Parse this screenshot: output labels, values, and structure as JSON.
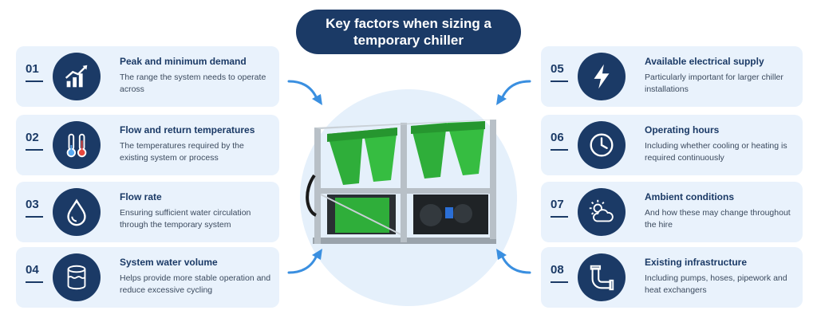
{
  "title": "Key factors when sizing a temporary chiller",
  "factors": [
    {
      "num": "01",
      "title": "Peak and minimum demand",
      "desc": "The range the system needs to operate across",
      "icon": "chart-up-icon"
    },
    {
      "num": "02",
      "title": "Flow and return temperatures",
      "desc": "The temperatures required by the existing system or process",
      "icon": "thermometers-icon"
    },
    {
      "num": "03",
      "title": "Flow rate",
      "desc": "Ensuring sufficient water circulation through the temporary system",
      "icon": "water-drop-icon"
    },
    {
      "num": "04",
      "title": "System water volume",
      "desc": "Helps provide more stable operation and reduce excessive cycling",
      "icon": "water-tank-icon"
    },
    {
      "num": "05",
      "title": "Available electrical supply",
      "desc": "Particularly important for larger chiller installations",
      "icon": "lightning-icon"
    },
    {
      "num": "06",
      "title": "Operating hours",
      "desc": "Including whether cooling or heating is required continuously",
      "icon": "clock-icon"
    },
    {
      "num": "07",
      "title": "Ambient conditions",
      "desc": "And how these may change throughout the hire",
      "icon": "sun-cloud-icon"
    },
    {
      "num": "08",
      "title": "Existing infrastructure",
      "desc": "Including pumps, hoses, pipework and heat exchangers",
      "icon": "pipe-icon"
    }
  ],
  "colors": {
    "navy": "#1b3a66",
    "card": "#e9f2fc",
    "arrow": "#3a8fe0",
    "chiller_green": "#2fae3a"
  }
}
